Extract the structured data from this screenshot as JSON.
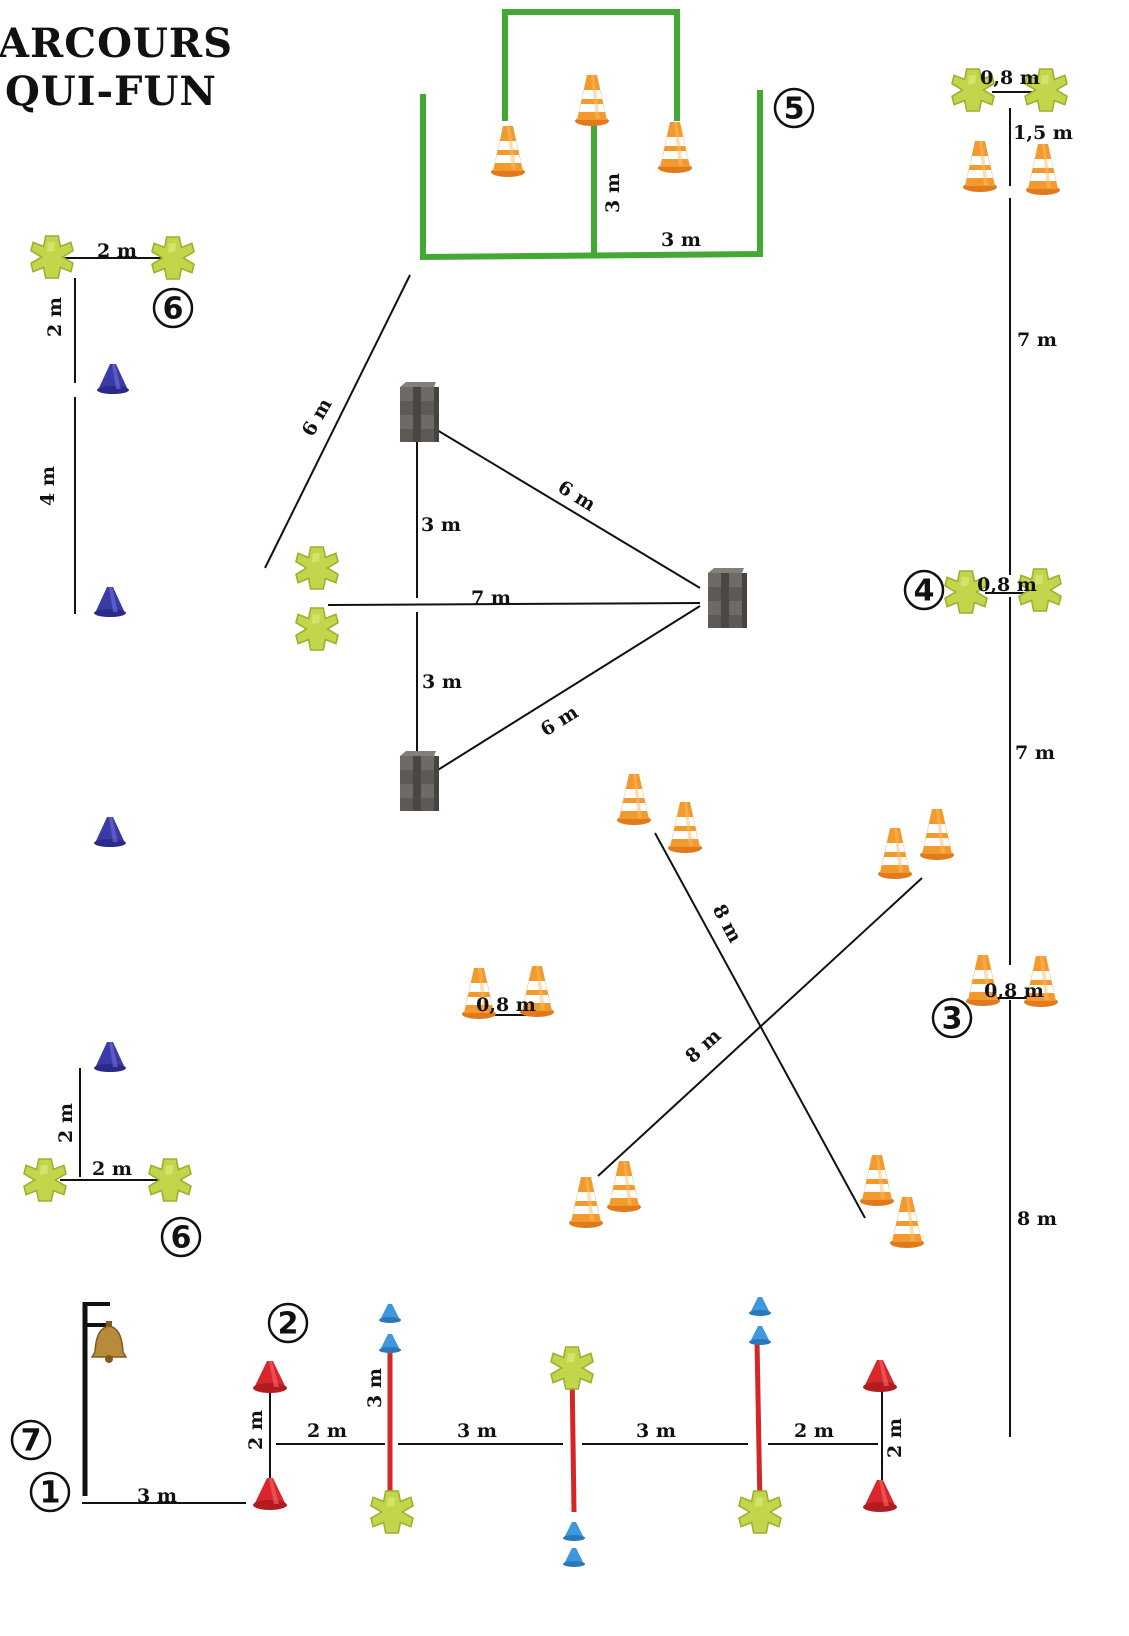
{
  "title": {
    "line1": "ARCOURS",
    "line2": "QUI-FUN"
  },
  "stations": [
    "1",
    "2",
    "3",
    "4",
    "5",
    "6",
    "6",
    "7"
  ],
  "distances": {
    "s5_height": "3 m",
    "s5_width": "3 m",
    "s5_to_tri": "6 m",
    "tri_upper": "3 m",
    "tri_lower": "3 m",
    "tri_side_top": "6 m",
    "tri_side_bottom": "6 m",
    "tri_base": "7 m",
    "s6top_width": "2 m",
    "s6top_gap": "2 m",
    "s6top_long": "4 m",
    "s6bot_width": "2 m",
    "s6bot_gap": "2 m",
    "slalom_a": "8 m",
    "slalom_b": "8 m",
    "center_gate": "0,8 m",
    "right_top_width": "0,8 m",
    "right_top_gap": "1,5 m",
    "right_7m_a": "7 m",
    "s4_gate": "0,8 m",
    "right_7m_b": "7 m",
    "s3_gate": "0,8 m",
    "right_8m": "8 m",
    "bottom_start": "3 m",
    "bottom_h1": "2 m",
    "bottom_s1": "2 m",
    "bottom_pole": "3 m",
    "bottom_s2": "3 m",
    "bottom_s3": "3 m",
    "bottom_s4": "2 m",
    "bottom_h2": "2 m"
  },
  "colors": {
    "green_fence": "#44a834",
    "traffic_cone": "#f29a2e",
    "cone_stripe": "#ffffff",
    "marker_cone_blue": "#3a3ba8",
    "marker_cone_lightblue": "#3f97dd",
    "red_pole": "#d42626",
    "red_cone": "#d9262b",
    "cross_block": "#c3d54a",
    "stone_pillar": "#6e6a66",
    "bell": "#b88a3a"
  },
  "icons": [
    "traffic-cone-icon",
    "marker-cone-icon",
    "cross-block-icon",
    "stone-pillar-icon",
    "bell-icon",
    "station-number-icon"
  ]
}
